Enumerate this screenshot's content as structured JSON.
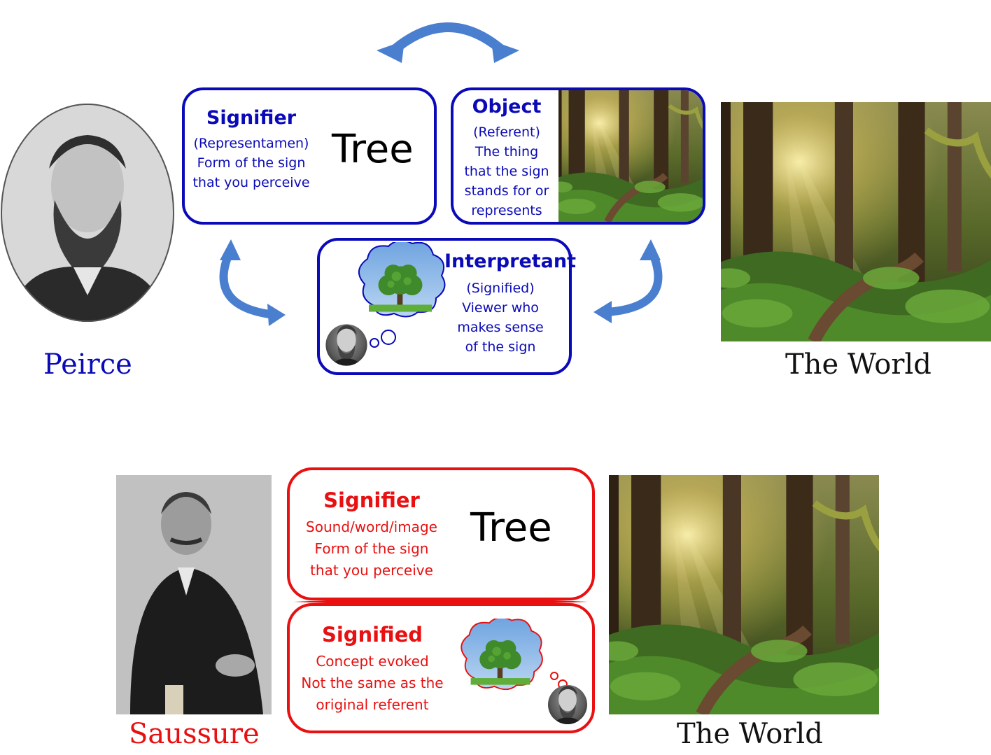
{
  "peirce": {
    "name": "Peirce",
    "signifier": {
      "title": "Signifier",
      "lines": [
        "(Representamen)",
        "Form of the sign",
        "that you perceive"
      ],
      "word": "Tree"
    },
    "object": {
      "title": "Object",
      "lines": [
        "(Referent)",
        "The thing",
        "that the sign",
        "stands for or",
        "represents"
      ]
    },
    "interpretant": {
      "title": "Interpretant",
      "lines": [
        "(Signified)",
        "Viewer who",
        "makes sense",
        "of the sign"
      ]
    },
    "world": "The World"
  },
  "saussure": {
    "name": "Saussure",
    "signifier": {
      "title": "Signifier",
      "lines": [
        "Sound/word/image",
        "Form of the sign",
        "that you perceive"
      ],
      "word": "Tree"
    },
    "signified": {
      "title": "Signified",
      "lines": [
        "Concept evoked",
        "Not the same as the",
        "original referent"
      ]
    },
    "world": "The World"
  },
  "colors": {
    "peirce": "#0a0ab8",
    "saussure": "#e81010",
    "arrow": "#4a7fd0"
  }
}
